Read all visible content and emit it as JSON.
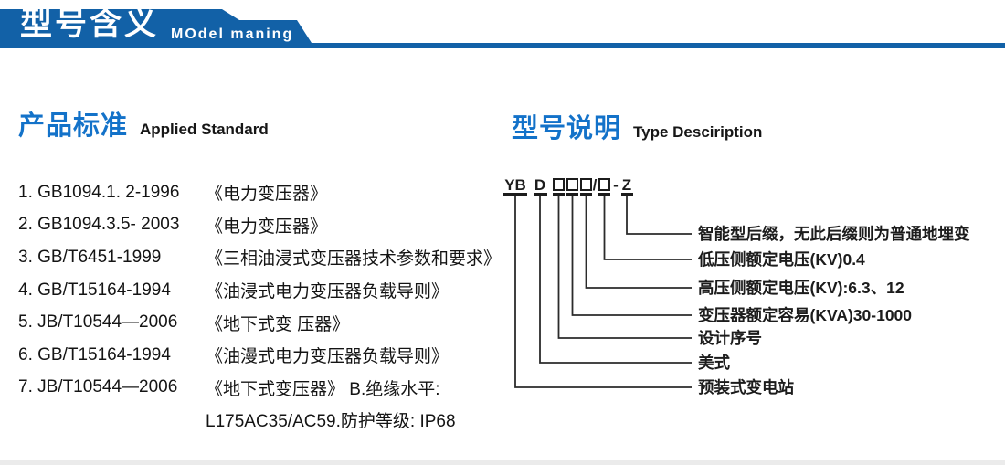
{
  "header": {
    "title_zh": "型号含义",
    "title_en": "MOdel maning",
    "band_color": "#1261a7"
  },
  "standards": {
    "heading_zh": "产品标准",
    "heading_en": "Applied Standard",
    "items": [
      {
        "code": "1. GB1094.1. 2-1996",
        "title": "《电力变压器》"
      },
      {
        "code": "2. GB1094.3.5- 2003",
        "title": "《电力变压器》"
      },
      {
        "code": "3. GB/T6451-1999",
        "title": "《三相油浸式变压器技术参数和要求》"
      },
      {
        "code": "4. GB/T15164-1994",
        "title": "《油浸式电力变压器负载导则》"
      },
      {
        "code": "5. JB/T10544—2006",
        "title": "《地下式变 压器》"
      },
      {
        "code": "6. GB/T15164-1994",
        "title": "《油漫式电力变压器负载导则》"
      },
      {
        "code": "7. JB/T10544—2006",
        "title": "《地下式变压器》 B.绝缘水平:"
      },
      {
        "code": "",
        "title": "L175AC35/AC59.防护等级: IP68"
      }
    ]
  },
  "type_description": {
    "heading_zh": "型号说明",
    "heading_en": "Type Desciription",
    "model_code": {
      "prefix": "YB",
      "style": "D",
      "slash": "/",
      "dash": "-",
      "suffix": "Z"
    },
    "labels": [
      {
        "text": "智能型后缀，无此后缀则为普通地埋变"
      },
      {
        "text": "低压侧额定电压(KV)0.4"
      },
      {
        "text": "高压侧额定电压(KV):6.3、12"
      },
      {
        "text": "变压器额定容易(KVA)30-1000"
      },
      {
        "text": "设计序号"
      },
      {
        "text": "美式"
      },
      {
        "text": "预装式变电站"
      }
    ]
  }
}
